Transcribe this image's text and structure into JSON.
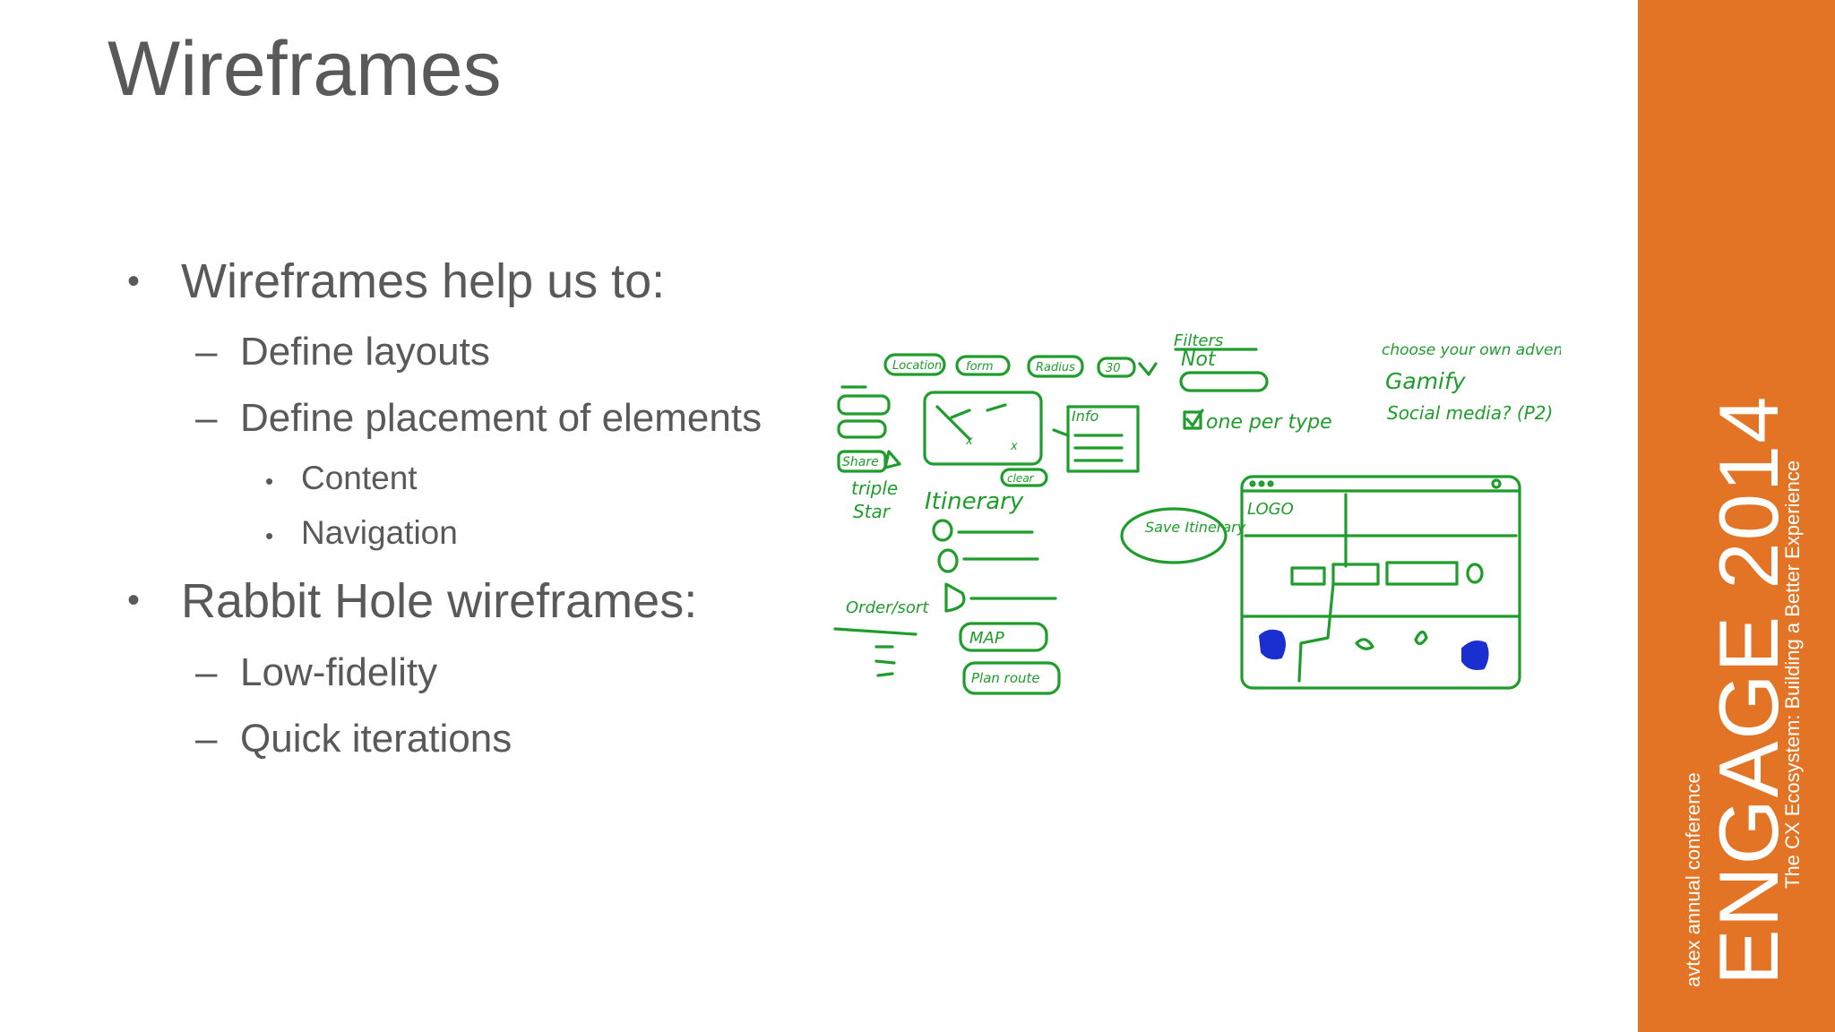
{
  "slide": {
    "title": "Wireframes",
    "bullets": {
      "b1": "Wireframes help us to:",
      "b1_sub1": "Define layouts",
      "b1_sub2": "Define placement of elements",
      "b1_sub2_sub1": "Content",
      "b1_sub2_sub2": "Navigation",
      "b2": "Rabbit Hole wireframes:",
      "b2_sub1": "Low-fidelity",
      "b2_sub2": "Quick iterations"
    },
    "bullet_mark": "•",
    "dash_mark": "–"
  },
  "sketch": {
    "labels": {
      "location": "Location",
      "form": "form",
      "radius": "Radius",
      "thirty": "30",
      "filters": "Filters",
      "not": "Not",
      "choose": "choose your own adventure",
      "gamify": "Gamify",
      "social": "Social media? (P2)",
      "info": "Info",
      "one_per_type": "one per type",
      "share": "Share",
      "triple": "triple",
      "star": "Star",
      "itinerary": "Itinerary",
      "save_itinerary": "Save Itinerary",
      "logo": "LOGO",
      "map": "MAP",
      "plan_route": "Plan route",
      "order": "Order/sort",
      "clear": "clear"
    }
  },
  "brand": {
    "conference": "avtex annual conference",
    "engage": "ENGAGE 2014",
    "tagline": "The CX Ecosystem: Building a Better Experience",
    "accent_color": "#e47425"
  }
}
